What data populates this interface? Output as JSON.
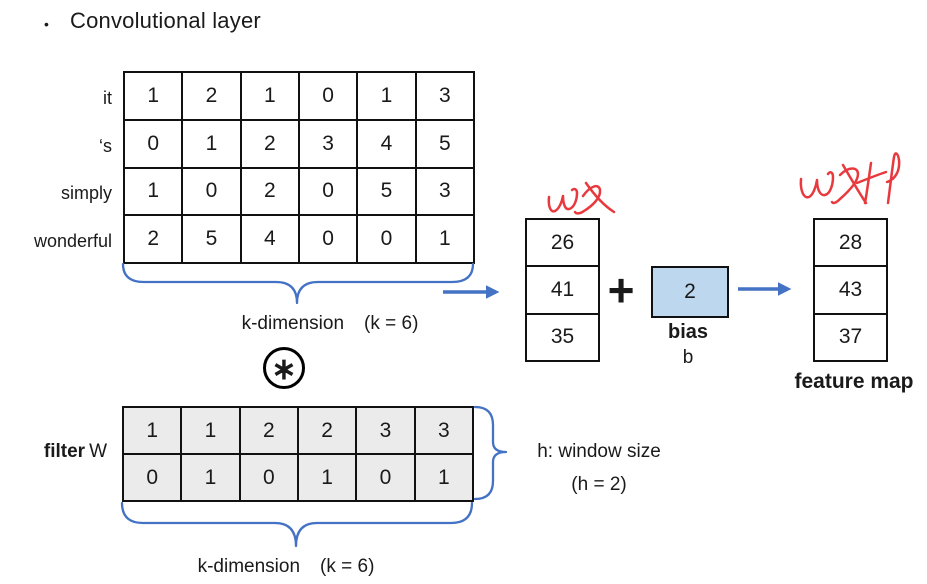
{
  "slide": {
    "title": "Convolutional layer",
    "bullet": "•"
  },
  "input_matrix": {
    "row_labels": [
      "it",
      "‘s",
      "simply",
      "wonderful"
    ],
    "rows": [
      [
        1,
        2,
        1,
        0,
        1,
        3
      ],
      [
        0,
        1,
        2,
        3,
        4,
        5
      ],
      [
        1,
        0,
        2,
        0,
        5,
        3
      ],
      [
        2,
        5,
        4,
        0,
        0,
        1
      ]
    ],
    "k_dimension_label": "k-dimension",
    "k_value_label": "(k = 6)"
  },
  "conv_operator": "∗",
  "filter": {
    "label_bold": "filter",
    "label_var": "W",
    "rows": [
      [
        1,
        1,
        2,
        2,
        3,
        3
      ],
      [
        0,
        1,
        0,
        1,
        0,
        1
      ]
    ],
    "k_dimension_label": "k-dimension",
    "k_value_label": "(k = 6)",
    "window_label": "h: window size",
    "window_value_label": "(h = 2)"
  },
  "wx_vector": {
    "annotation": "wx",
    "values": [
      26,
      41,
      35
    ]
  },
  "plus_sign": "+",
  "bias": {
    "value": 2,
    "label": "bias",
    "symbol": "b"
  },
  "feature_map": {
    "annotation": "wx+b",
    "values": [
      28,
      43,
      37
    ],
    "label": "feature map"
  },
  "colors": {
    "accent_blue": "#4472c4",
    "annotation_red": "#e83a3e",
    "filter_fill": "#ebebeb",
    "bias_fill": "#bdd7ee"
  }
}
